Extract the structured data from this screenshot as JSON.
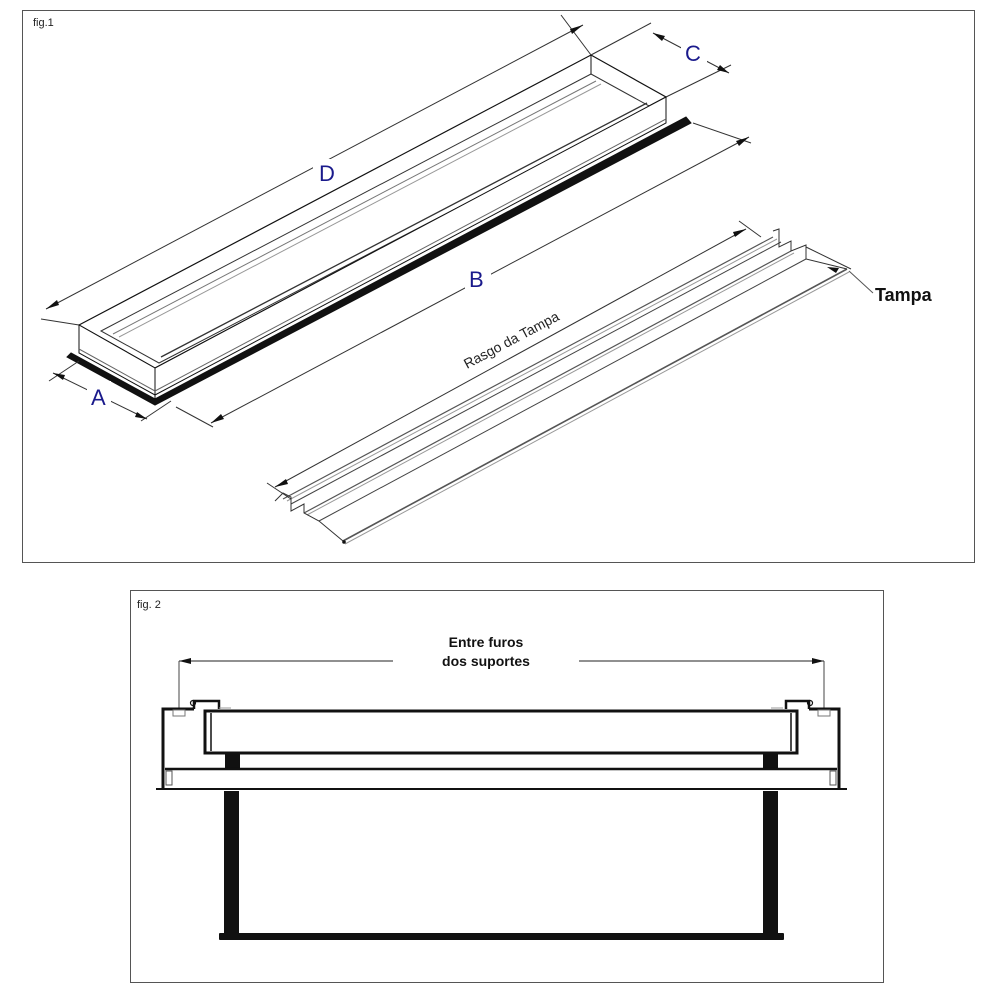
{
  "fig1": {
    "label": "fig.1",
    "dimensions": {
      "A": "A",
      "B": "B",
      "C": "C",
      "D": "D"
    },
    "rasgo_label": "Rasgo da Tampa",
    "tampa_label": "Tampa"
  },
  "fig2": {
    "label": "fig. 2",
    "title_line1": "Entre furos",
    "title_line2": "dos suportes"
  },
  "colors": {
    "dimension_letters": "#1a1a8c",
    "lines": "#111111",
    "frame": "#555555"
  }
}
